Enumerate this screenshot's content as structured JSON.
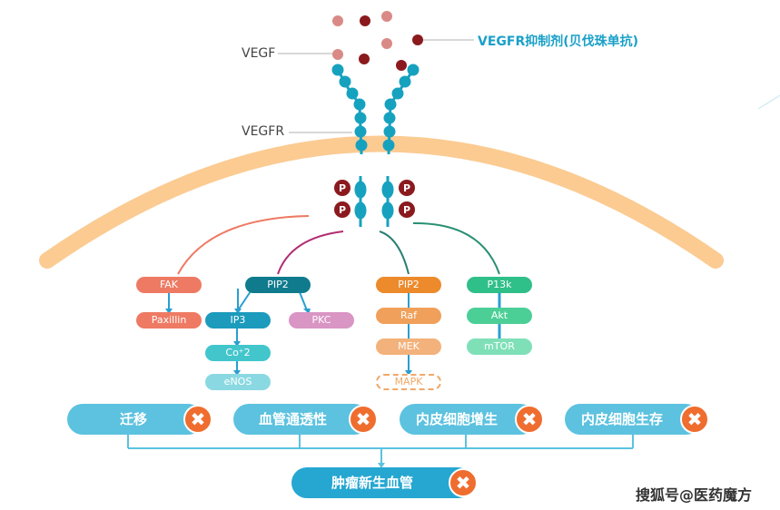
{
  "labels": {
    "vegf": "VEGF",
    "vegfr": "VEGFR",
    "inhibitor": "VEGFR抑制剂(贝伐珠单抗)"
  },
  "phospho": "P",
  "pathways": {
    "fak": "FAK",
    "paxillin": "Paxillin",
    "pip2_a": "PIP2",
    "ip3": "IP3",
    "pkc": "PKC",
    "ca": "Co⁺2",
    "enos": "eNOS",
    "pip2_b": "PIP2",
    "raf": "Raf",
    "mek": "MEK",
    "mapk": "MAPK",
    "p13k": "P13k",
    "akt": "Akt",
    "mtor": "mTOR"
  },
  "outcomes": {
    "migration": "迁移",
    "permeability": "血管通透性",
    "proliferation": "内皮细胞增生",
    "survival": "内皮细胞生存",
    "angiogenesis": "肿瘤新生血管"
  },
  "block_symbol": "✖",
  "watermark": "搜狐号@医药魔方",
  "colors": {
    "membrane": "#fbcb92",
    "receptor": "#16a2bf",
    "ligand_light": "#d98a86",
    "ligand_dark": "#8b1a1e",
    "outcome": "#5cc2df",
    "block": "#ef6d2e"
  }
}
